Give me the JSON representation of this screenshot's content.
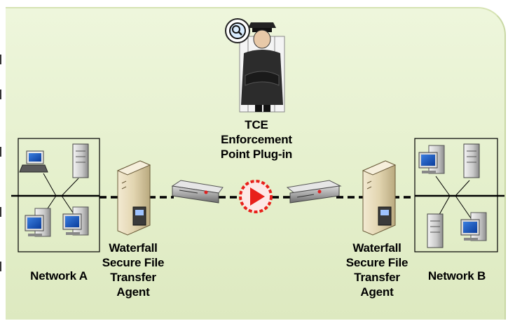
{
  "labels": {
    "tce_line1": "TCE",
    "tce_line2": "Enforcement",
    "tce_line3": "Point Plug-in",
    "agent_left": [
      "Waterfall",
      "Secure File",
      "Transfer",
      "Agent"
    ],
    "agent_right": [
      "Waterfall",
      "Secure File",
      "Transfer",
      "Agent"
    ],
    "network_a": "Network A",
    "network_b": "Network B"
  },
  "colors": {
    "background": "#e4efcb",
    "flow_marker": "#e8201a",
    "link_line": "#000000"
  },
  "icons": [
    "magnifier-icon",
    "guard-icon",
    "server-icon",
    "laptop-icon",
    "workstation-icon",
    "appliance-icon"
  ]
}
